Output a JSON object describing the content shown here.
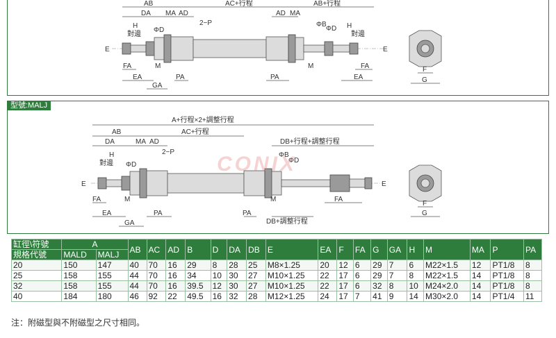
{
  "top_drawing": {
    "labels": [
      "AB",
      "AC+行程",
      "AB+行程",
      "DA",
      "MA",
      "AD",
      "AD",
      "MA",
      "2−P",
      "H",
      "ΦD",
      "ΦB",
      "ΦD",
      "H",
      "對邊",
      "對邊",
      "E",
      "E",
      "FA",
      "M",
      "M",
      "FA",
      "EA",
      "EA",
      "GA",
      "PA",
      "PA",
      "F",
      "G"
    ]
  },
  "malj": {
    "title": "型號:MALJ",
    "labels": [
      "A+行程×2+調整行程",
      "AB",
      "AC+行程",
      "DA",
      "MA",
      "AD",
      "DB+行程+調整行程",
      "2−P",
      "H",
      "ΦB",
      "ΦD",
      "對邊",
      "ΦD",
      "E",
      "E",
      "FA",
      "M",
      "FA",
      "M",
      "EA",
      "GA",
      "PA",
      "PA",
      "DB+調整行程",
      "F",
      "G"
    ],
    "watermark": "CONIX"
  },
  "table": {
    "header_row1": [
      "缸徑\\符號",
      "A",
      "AB",
      "AC",
      "AD",
      "B",
      "D",
      "DA",
      "DB",
      "E",
      "EA",
      "F",
      "FA",
      "G",
      "GA",
      "H",
      "M",
      "MA",
      "P",
      "PA"
    ],
    "header_row2": [
      "規格代號",
      "MALD",
      "MALJ"
    ],
    "rows": [
      [
        "20",
        "150",
        "147",
        "40",
        "70",
        "16",
        "29",
        "8",
        "28",
        "25",
        "M8×1.25",
        "20",
        "12",
        "6",
        "29",
        "7",
        "6",
        "M22×1.5",
        "12",
        "PT1/8",
        "8"
      ],
      [
        "25",
        "158",
        "155",
        "44",
        "70",
        "16",
        "34",
        "10",
        "30",
        "27",
        "M10×1.25",
        "22",
        "17",
        "6",
        "29",
        "7",
        "8",
        "M22×1.5",
        "14",
        "PT1/8",
        "8"
      ],
      [
        "32",
        "158",
        "155",
        "44",
        "70",
        "16",
        "39.5",
        "12",
        "30",
        "27",
        "M10×1.25",
        "22",
        "17",
        "6",
        "32",
        "8",
        "10",
        "M24×2.0",
        "14",
        "PT1/8",
        "8"
      ],
      [
        "40",
        "184",
        "180",
        "46",
        "92",
        "22",
        "49.5",
        "16",
        "32",
        "28",
        "M12×1.25",
        "24",
        "17",
        "7",
        "41",
        "9",
        "14",
        "M30×2.0",
        "14",
        "PT1/4",
        "11"
      ]
    ]
  },
  "note": "注：附磁型與不附磁型之尺寸相同。"
}
